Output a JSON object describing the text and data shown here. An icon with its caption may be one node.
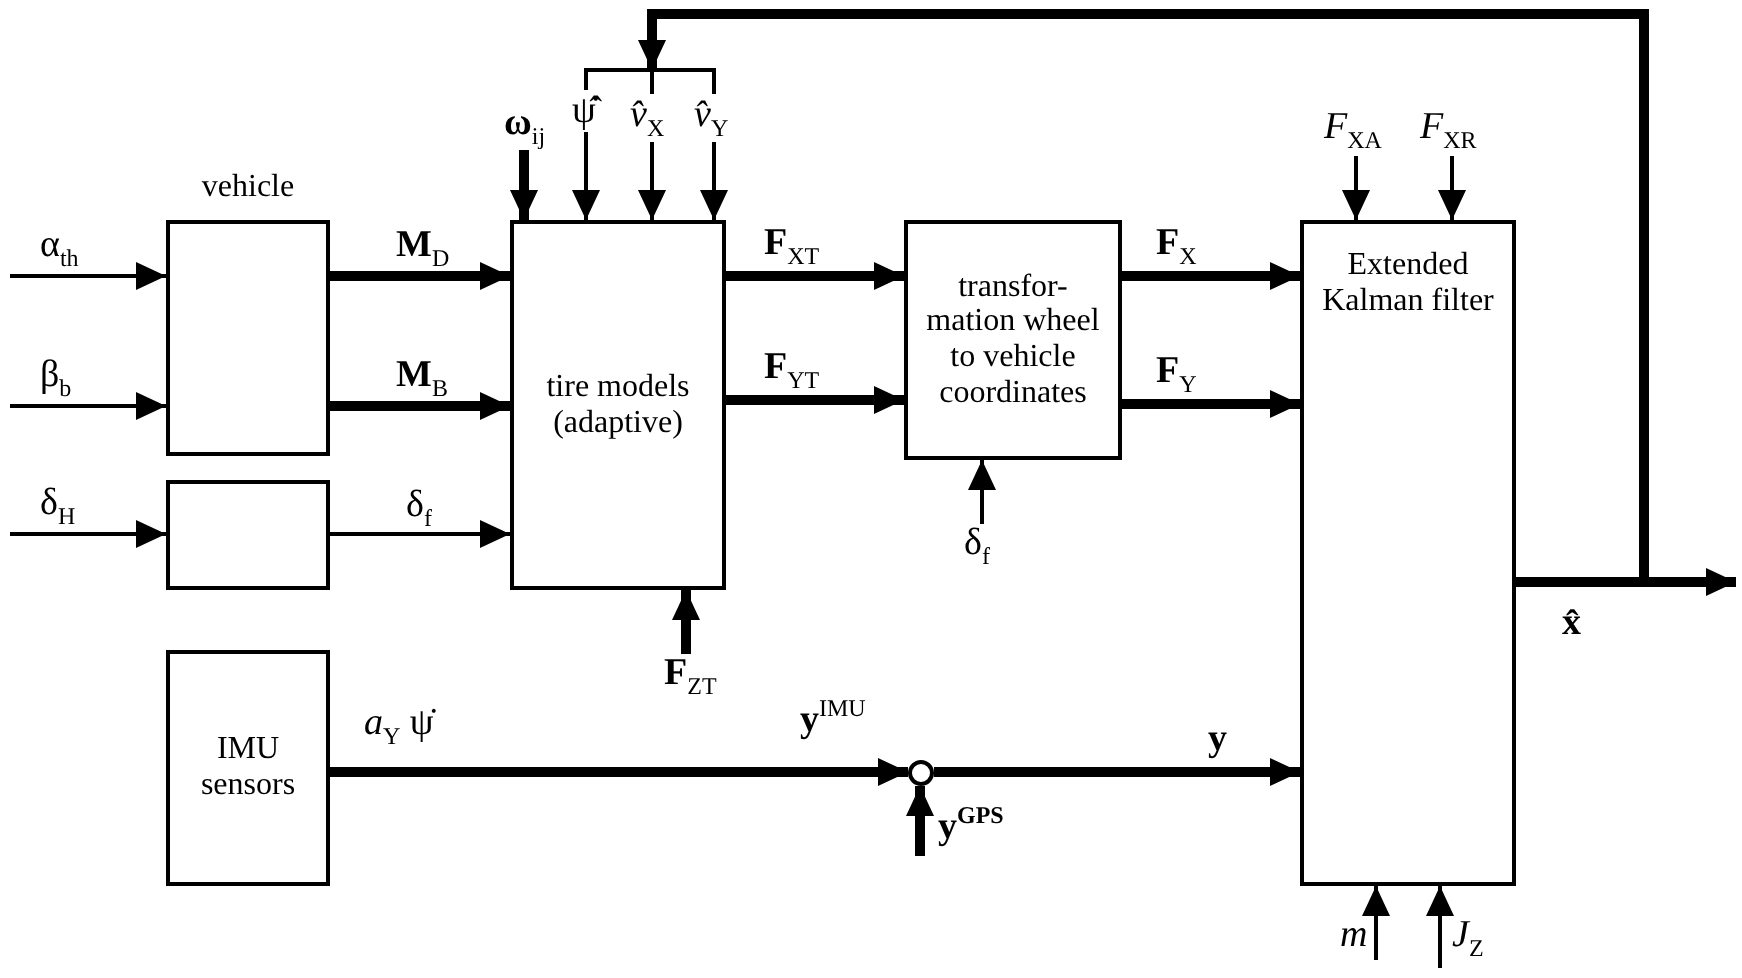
{
  "diagram": {
    "nodes": [
      {
        "text": [
          "vehicle"
        ]
      },
      {
        "text": [],
        "shape": "box"
      },
      {
        "text": [
          "tire models (adaptive)"
        ]
      },
      {
        "text": [
          "transfor- mation wheel to vehicle coordinates"
        ]
      },
      {
        "text": [
          "Extended Kalman filter"
        ]
      },
      {
        "text": [
          "IMU sensors"
        ]
      },
      {
        "text": [],
        "shape": "circle"
      },
      {
        "text": [
          "α$_{th}$"
        ]
      },
      {
        "text": [
          "β$_{b}$"
        ]
      },
      {
        "text": [
          "δ$_{H}$"
        ]
      },
      {
        "text": [
          "**ω**$_{ij}$"
        ]
      },
      {
        "text": [
          "*F*$_{XA}$"
        ]
      },
      {
        "text": [
          "*F*$_{XR}$"
        ]
      },
      {
        "text": [
          "δ$_{f}$"
        ]
      },
      {
        "text": [
          "**F**$_{ZT}$"
        ]
      },
      {
        "text": [
          "**y**$^{GPS}$"
        ]
      },
      {
        "text": [
          "m"
        ]
      },
      {
        "text": [
          "*J*$_{Z}$"
        ]
      }
    ],
    "edges": [
      {
        "from": 7,
        "to": 0,
        "arrow": "to"
      },
      {
        "from": 8,
        "to": 0,
        "arrow": "to"
      },
      {
        "from": 9,
        "to": 1,
        "arrow": "to"
      },
      {
        "from": 0,
        "to": 2,
        "arrow": "to",
        "label": "**M**$_{D}$",
        "style": "thick"
      },
      {
        "from": 0,
        "to": 2,
        "arrow": "to",
        "label": "**M**$_{B}$",
        "style": "thick"
      },
      {
        "from": 1,
        "to": 2,
        "arrow": "to",
        "label": "δ$_{f}$"
      },
      {
        "from": 10,
        "to": 2,
        "arrow": "to",
        "style": "thick"
      },
      {
        "from": 4,
        "to": 2,
        "arrow": "to",
        "label": "ψ̇̂"
      },
      {
        "from": 4,
        "to": 2,
        "arrow": "to",
        "label": "*v̂*$_{X}$"
      },
      {
        "from": 4,
        "to": 2,
        "arrow": "to",
        "label": "*v̂*$_{Y}$"
      },
      {
        "from": 4,
        "to": null,
        "arrow": "to",
        "label": "x̂",
        "style": "thick"
      },
      {
        "from": 2,
        "to": 3,
        "arrow": "to",
        "label": "**F**$_{XT}$",
        "style": "thick"
      },
      {
        "from": 2,
        "to": 3,
        "arrow": "to",
        "label": "**F**$_{YT}$",
        "style": "thick"
      },
      {
        "from": 13,
        "to": 3,
        "arrow": "to"
      },
      {
        "from": 14,
        "to": 2,
        "arrow": "to",
        "style": "thick"
      },
      {
        "from": 3,
        "to": 4,
        "arrow": "to",
        "label": "**F**$_{X}$",
        "style": "thick"
      },
      {
        "from": 3,
        "to": 4,
        "arrow": "to",
        "label": "**F**$_{Y}$",
        "style": "thick"
      },
      {
        "from": 5,
        "to": 6,
        "arrow": "to",
        "label": "*a*$_{Y}$ ψ̇",
        "style": "thick"
      },
      {
        "from": 15,
        "to": 6,
        "arrow": "to",
        "style": "thick"
      },
      {
        "from": 6,
        "to": 4,
        "arrow": "to",
        "label": "y",
        "style": "thick"
      },
      {
        "from": 11,
        "to": 4,
        "arrow": "to"
      },
      {
        "from": 12,
        "to": 4,
        "arrow": "to"
      },
      {
        "from": 16,
        "to": 4,
        "arrow": "to"
      },
      {
        "from": 17,
        "to": 4,
        "arrow": "to"
      }
    ],
    "labels": [
      "**y**$^{IMU}$"
    ]
  }
}
